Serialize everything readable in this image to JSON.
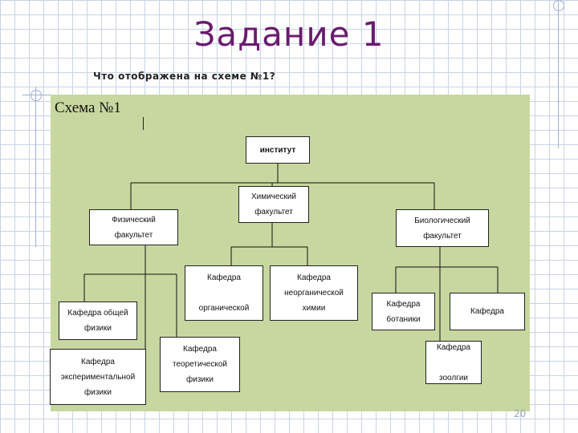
{
  "slide": {
    "title": "Задание 1",
    "question": "Что отображена на схеме №1?",
    "page_number": "20"
  },
  "diagram": {
    "caption": "Схема №1",
    "nodes": {
      "institute": "институт",
      "chem_faculty": "Химический\nфакультет",
      "phys_faculty": "Физический\nфакультет",
      "bio_faculty": "Биологический\nфакультет",
      "dept_organic": "Кафедра\n\nорганической",
      "dept_inorganic": "Кафедра\nнеорганической\nхимии",
      "dept_general_phys": "Кафедра общей\nфизики",
      "dept_theor_phys": "Кафедра\nтеоретической\nфизики",
      "dept_exp_phys": "Кафедра\nэкспериментальной\nфизики",
      "dept_botany": "Кафедра\nботаники",
      "dept_unnamed": "Кафедра",
      "dept_zoology": "Кафедра\n\nзоолгии"
    }
  }
}
